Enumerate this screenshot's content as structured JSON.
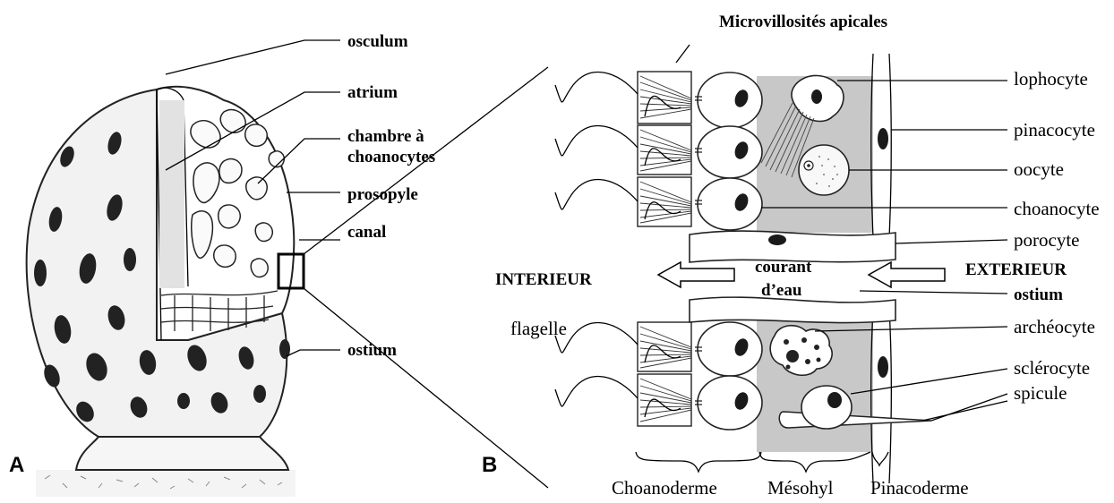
{
  "panel_a": {
    "letter": "A",
    "labels": {
      "osculum": "osculum",
      "atrium": "atrium",
      "chambre_line1": "chambre à",
      "chambre_line2": "choanocytes",
      "prosopyle": "prosopyle",
      "canal": "canal",
      "ostium": "ostium"
    }
  },
  "panel_b": {
    "letter": "B",
    "labels": {
      "microvillosites": "Microvillosités apicales",
      "lophocyte": "lophocyte",
      "pinacocyte": "pinacocyte",
      "oocyte": "oocyte",
      "choanocyte": "choanocyte",
      "porocyte": "porocyte",
      "exterieur": "EXTERIEUR",
      "interieur": "INTERIEUR",
      "courant_line1": "courant",
      "courant_line2": "d’eau",
      "ostium": "ostium",
      "flagelle": "flagelle",
      "archeocyte": "archéocyte",
      "sclerocyte": "sclérocyte",
      "spicule": "spicule"
    },
    "layers": {
      "choanoderme": "Choanoderme",
      "mesohyl": "Mésohyl",
      "pinacoderme": "Pinacoderme"
    }
  }
}
